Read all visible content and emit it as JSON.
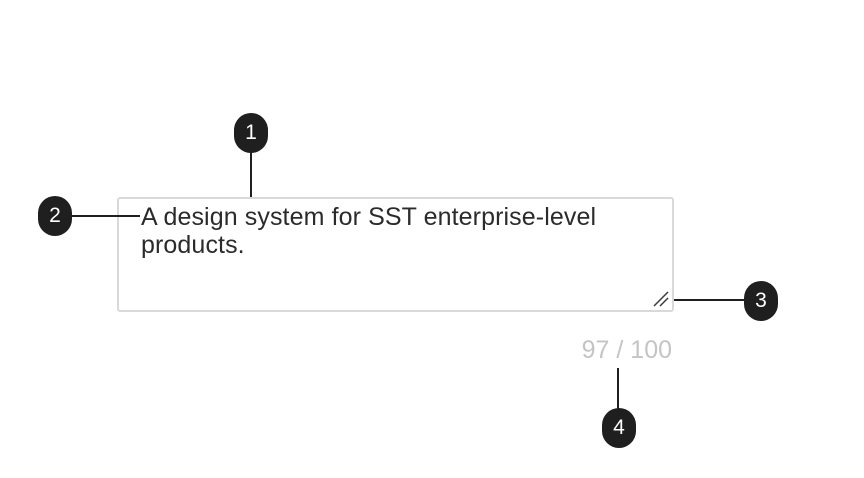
{
  "textarea": {
    "value": "A design system for SST enterprise-level products.",
    "resize_icon": "resize-handle-icon"
  },
  "counter": {
    "text": "97 / 100"
  },
  "annotations": {
    "marker_1": "1",
    "marker_2": "2",
    "marker_3": "3",
    "marker_4": "4"
  },
  "colors": {
    "marker_fill": "#1f1f1f",
    "border": "#d9d9d9",
    "text": "#2b2b2b",
    "counter_text": "#c4c4c4"
  }
}
